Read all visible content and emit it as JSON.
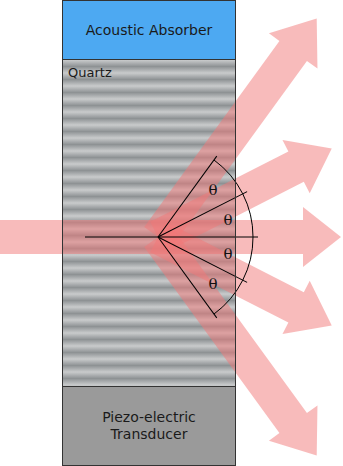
{
  "diagram": {
    "nodes": [
      {
        "text": [
          "Acoustic Absorber"
        ]
      },
      {
        "text": [
          "Quartz"
        ]
      },
      {
        "text": [
          "Piezo-electric Transducer"
        ]
      }
    ],
    "labels": [
      "θ",
      "θ",
      "θ",
      "θ"
    ]
  }
}
